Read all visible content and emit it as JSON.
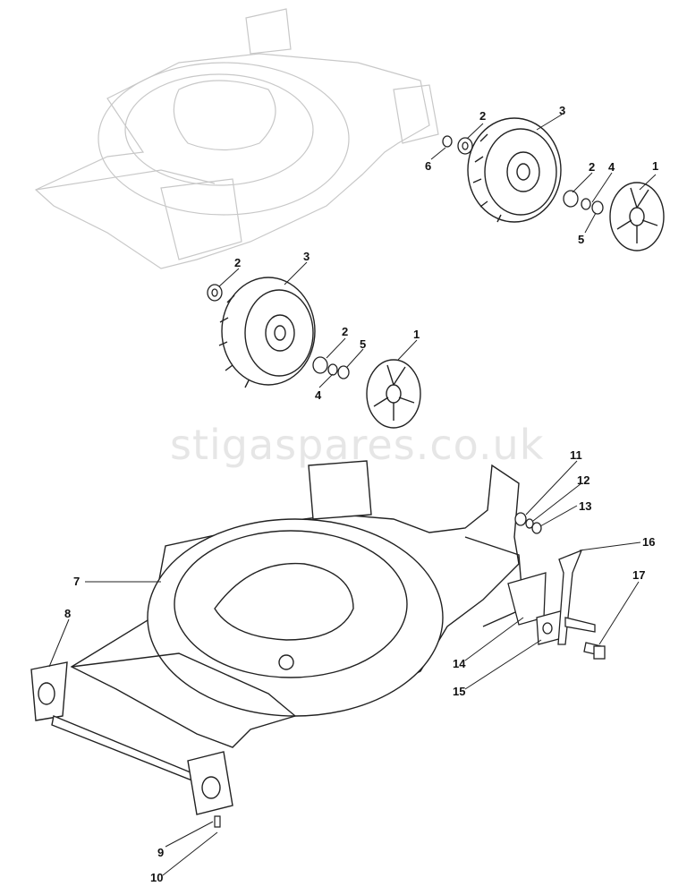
{
  "watermark": "stigaspares.co.uk",
  "callouts": [
    {
      "id": "1",
      "text": "1"
    },
    {
      "id": "2",
      "text": "2"
    },
    {
      "id": "3",
      "text": "3"
    },
    {
      "id": "4",
      "text": "4"
    },
    {
      "id": "5",
      "text": "5"
    },
    {
      "id": "6",
      "text": "6"
    },
    {
      "id": "7",
      "text": "7"
    },
    {
      "id": "8",
      "text": "8"
    },
    {
      "id": "9",
      "text": "9"
    },
    {
      "id": "10",
      "text": "10"
    },
    {
      "id": "11",
      "text": "11"
    },
    {
      "id": "12",
      "text": "12"
    },
    {
      "id": "13",
      "text": "13"
    },
    {
      "id": "14",
      "text": "14"
    },
    {
      "id": "15",
      "text": "15"
    },
    {
      "id": "16",
      "text": "16"
    },
    {
      "id": "17",
      "text": "17"
    }
  ],
  "colors": {
    "line": "#222222",
    "ghost": "#c8c8c8",
    "fill": "#ffffff"
  }
}
